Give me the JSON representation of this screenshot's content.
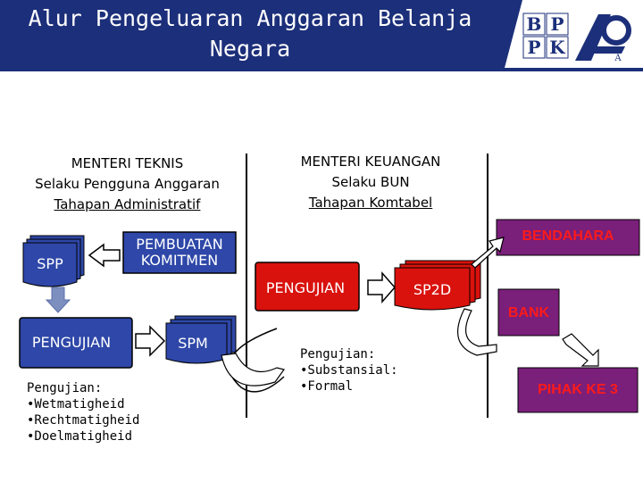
{
  "title": "Alur Pengeluaran Anggaran Belanja Negara",
  "logos": {
    "bppk": [
      "B",
      "P",
      "P",
      "K"
    ],
    "second": "A"
  },
  "left_column": {
    "line1": "MENTERI TEKNIS",
    "line2": "Selaku Pengguna Anggaran",
    "line3": "Tahapan Administratif"
  },
  "right_column": {
    "line1": "MENTERI KEUANGAN",
    "line2": "Selaku BUN",
    "line3": "Tahapan Komtabel"
  },
  "nodes": {
    "spp": "SPP",
    "pembuatan_line1": "PEMBUATAN",
    "pembuatan_line2": "KOMITMEN",
    "pengujian_left": "PENGUJIAN",
    "spm": "SPM",
    "pengujian_center": "PENGUJIAN",
    "sp2d": "SP2D",
    "bendahara": "BENDAHARA",
    "bank": "BANK",
    "pihak_ke_3": "PIHAK KE 3"
  },
  "notes": {
    "left": {
      "heading": "Pengujian:",
      "items": [
        "•Wetmatigheid",
        "•Rechtmatigheid",
        "•Doelmatigheid"
      ]
    },
    "center": {
      "heading": "Pengujian:",
      "items": [
        "•Substansial:",
        "•Formal"
      ]
    }
  },
  "colors": {
    "header_blue": "#1c2f7a",
    "doc_blue": "#2e47a8",
    "red": "#d9120d",
    "purple": "#7a1f7a",
    "gray_arrow": "#7d8fbf"
  }
}
